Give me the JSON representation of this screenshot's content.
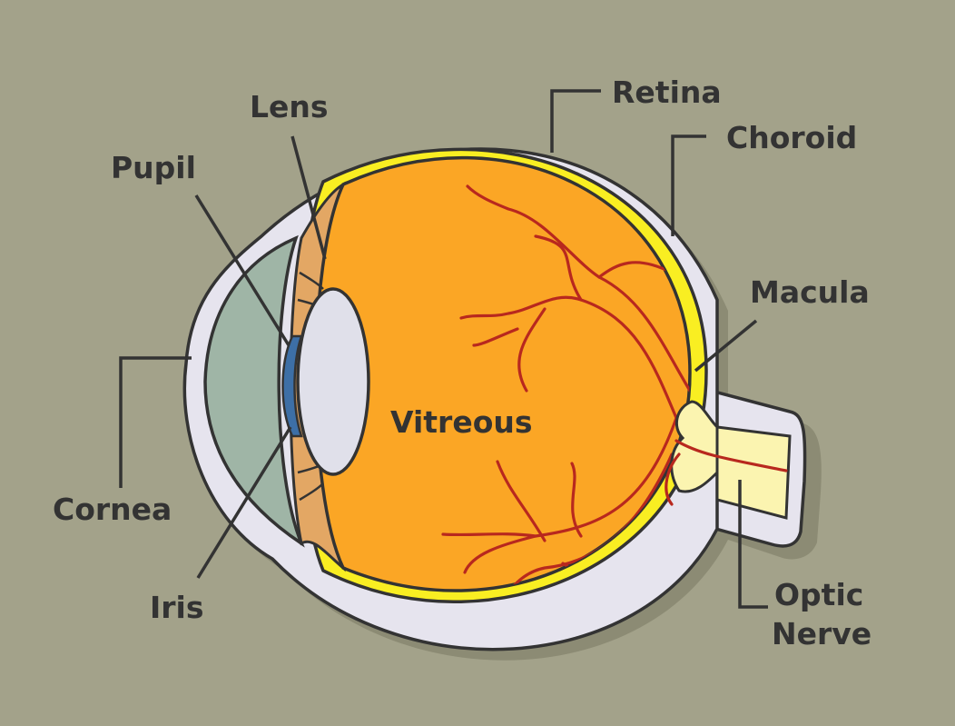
{
  "colors": {
    "background": "#a3a28a",
    "sclera": "#e6e4ee",
    "outline": "#333333",
    "retina": "#f9ee22",
    "vitreous": "#fba625",
    "cornea_fluid": "#9fb5a6",
    "ciliary": "#e3a764",
    "iris": "#3d6fa6",
    "lens": "#e0e0ea",
    "optic_nerve": "#fbf4b0",
    "blood_vessel": "#b8281e",
    "label_text": "#333333"
  },
  "labels": {
    "lens": "Lens",
    "pupil": "Pupil",
    "retina": "Retina",
    "choroid": "Choroid",
    "macula": "Macula",
    "cornea": "Cornea",
    "iris": "Iris",
    "vitreous": "Vitreous",
    "optic_nerve_line1": "Optic",
    "optic_nerve_line2": "Nerve"
  }
}
